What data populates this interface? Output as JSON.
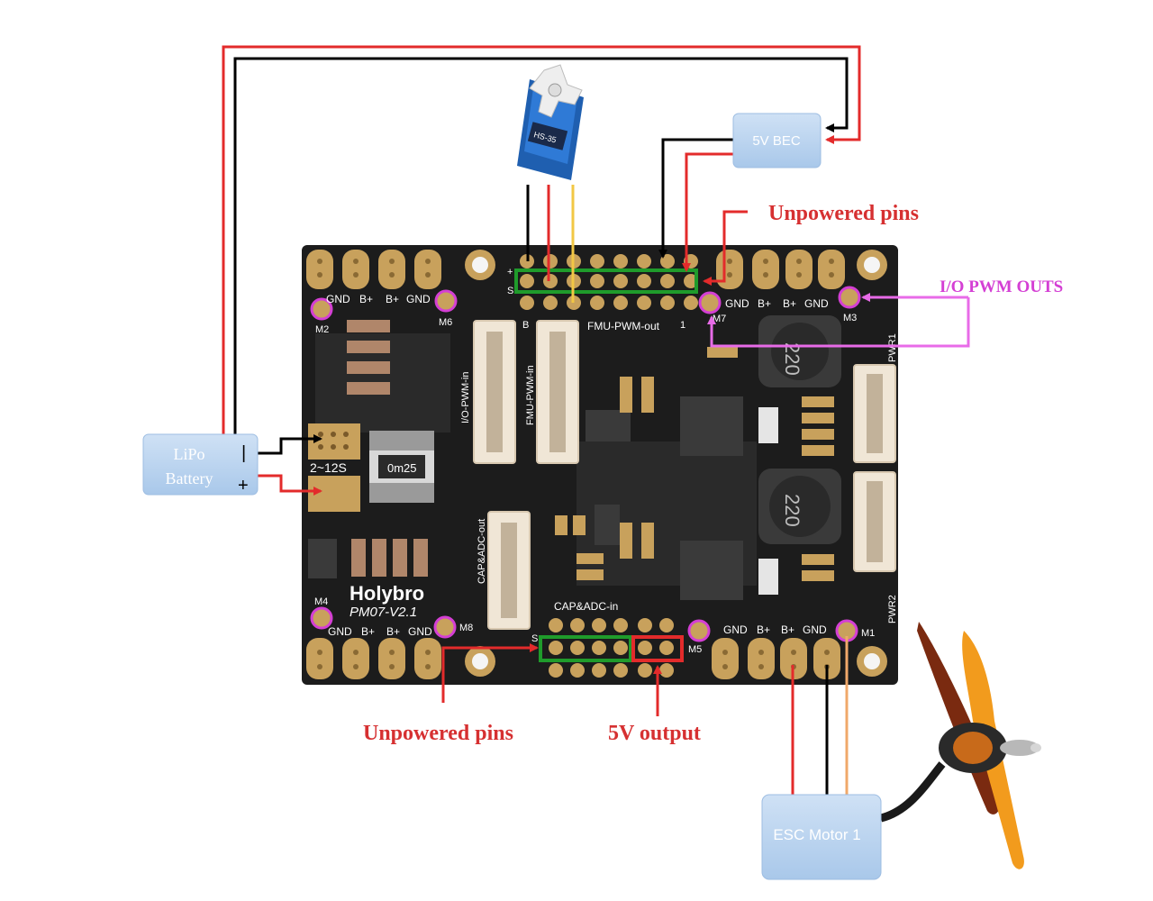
{
  "board": {
    "brand": "Holybro",
    "model": "PM07-V2.1",
    "voltage_label": "2~12S",
    "inductor_a": "220",
    "inductor_b": "220",
    "current_sense": "0m25"
  },
  "connectors": {
    "io_pwm_in": "I/O-PWM-in",
    "fmu_pwm_in": "FMU-PWM-in",
    "cap_adc_out": "CAP&ADC-out",
    "fmu_pwm_out": "FMU-PWM-out",
    "cap_adc_in": "CAP&ADC-in",
    "pwr1": "PWR1",
    "pwr2": "PWR2",
    "header_s": "S",
    "header_plus": "+",
    "header_b": "B",
    "header_one": "1"
  },
  "pad_labels": {
    "top_left": [
      "GND",
      "B+",
      "B+",
      "GND"
    ],
    "top_right": [
      "GND",
      "B+",
      "B+",
      "GND"
    ],
    "bottom_left": [
      "GND",
      "B+",
      "B+",
      "GND"
    ],
    "bottom_right": [
      "GND",
      "B+",
      "B+",
      "GND"
    ]
  },
  "motors": {
    "m1": "M1",
    "m2": "M2",
    "m3": "M3",
    "m4": "M4",
    "m5": "M5",
    "m6": "M6",
    "m7": "M7",
    "m8": "M8"
  },
  "boxes": {
    "bec": "5V BEC",
    "lipo_line1": "LiPo",
    "lipo_line2": "Battery",
    "lipo_minus": "|",
    "lipo_plus": "+",
    "esc": "ESC Motor 1"
  },
  "callouts": {
    "unpowered_top": "Unpowered pins",
    "io_pwm_outs": "I/O PWM OUTS",
    "unpowered_bottom": "Unpowered pins",
    "five_v_output": "5V output"
  },
  "servo": {
    "label": "HS-35"
  },
  "colors": {
    "board": "#1c1c1c",
    "pad": "#c8a15c",
    "box_fill": "#b9d3ef",
    "box_text": "#ffffff",
    "callout_red": "#d63031",
    "callout_magenta": "#d43fd4",
    "wire_red": "#e32b2b",
    "wire_black": "#000000",
    "wire_yellow": "#f2c744",
    "wire_orange": "#f0a86a",
    "green_box": "#1f9b2b",
    "red_box": "#e32b2b",
    "propeller": "#f29b1d"
  }
}
